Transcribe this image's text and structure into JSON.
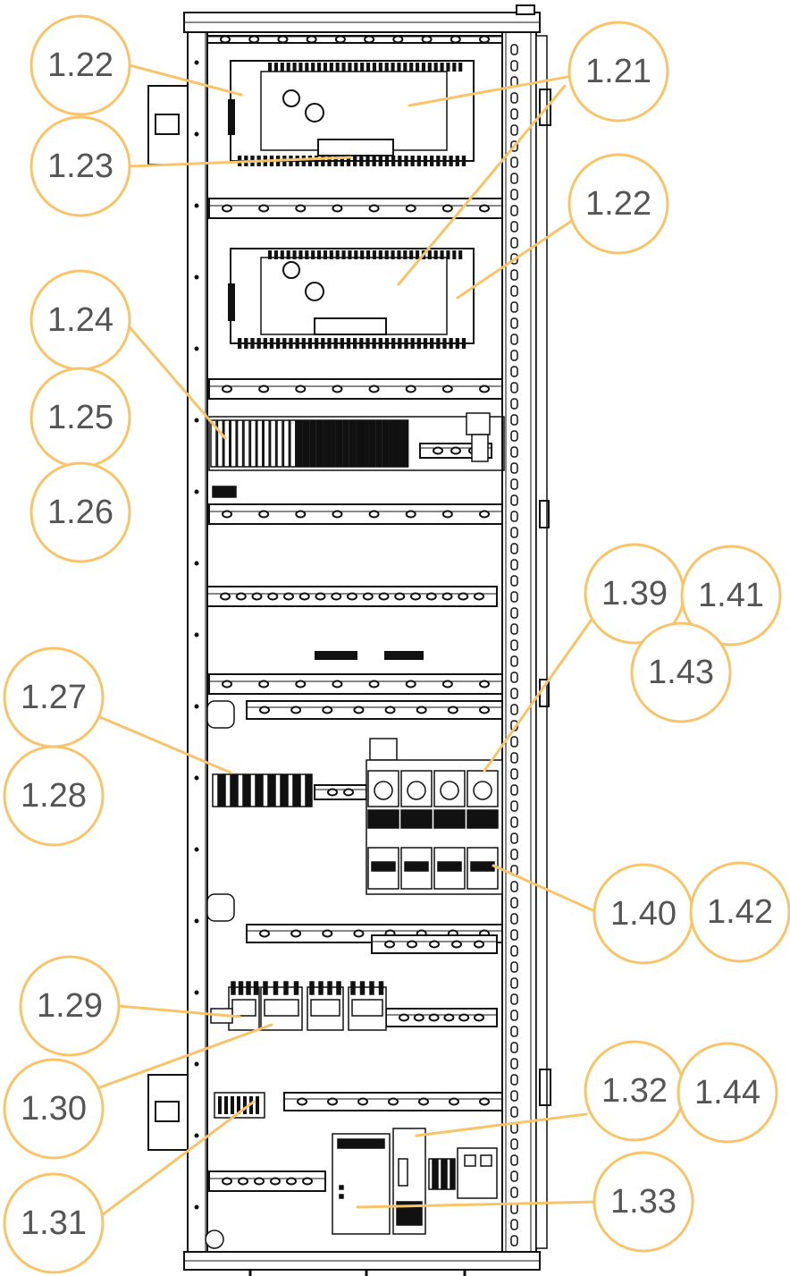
{
  "diagram": {
    "style": {
      "callout_color": "#F8C46A",
      "label_color": "#555555",
      "drawing_color": "#111111"
    },
    "callouts": [
      {
        "id": "c-1-22-top",
        "label": "1.22"
      },
      {
        "id": "c-1-23",
        "label": "1.23"
      },
      {
        "id": "c-1-21",
        "label": "1.21"
      },
      {
        "id": "c-1-22-mid",
        "label": "1.22"
      },
      {
        "id": "c-1-24",
        "label": "1.24"
      },
      {
        "id": "c-1-25",
        "label": "1.25"
      },
      {
        "id": "c-1-26",
        "label": "1.26"
      },
      {
        "id": "c-1-39",
        "label": "1.39"
      },
      {
        "id": "c-1-41",
        "label": "1.41"
      },
      {
        "id": "c-1-43",
        "label": "1.43"
      },
      {
        "id": "c-1-27",
        "label": "1.27"
      },
      {
        "id": "c-1-28",
        "label": "1.28"
      },
      {
        "id": "c-1-40",
        "label": "1.40"
      },
      {
        "id": "c-1-42",
        "label": "1.42"
      },
      {
        "id": "c-1-29",
        "label": "1.29"
      },
      {
        "id": "c-1-30",
        "label": "1.30"
      },
      {
        "id": "c-1-32",
        "label": "1.32"
      },
      {
        "id": "c-1-44",
        "label": "1.44"
      },
      {
        "id": "c-1-31",
        "label": "1.31"
      },
      {
        "id": "c-1-33",
        "label": "1.33"
      }
    ]
  }
}
